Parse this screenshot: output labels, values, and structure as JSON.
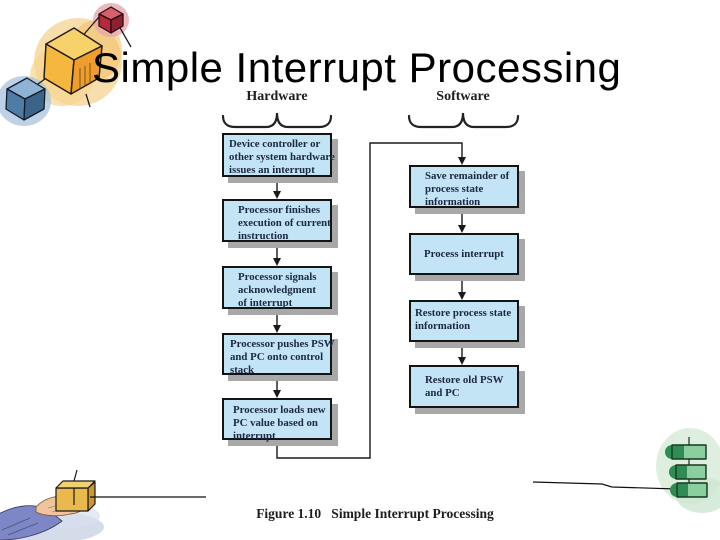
{
  "slide": {
    "title": "Simple Interrupt Processing",
    "caption": "Figure 1.10   Simple Interrupt Processing",
    "background": "#ffffff"
  },
  "diagram": {
    "columns": [
      {
        "label": "Hardware"
      },
      {
        "label": "Software"
      }
    ],
    "hardware_boxes": [
      {
        "text": "Device controller or\nother system hardware\nissues an interrupt"
      },
      {
        "text": "Processor finishes\nexecution of current\ninstruction"
      },
      {
        "text": "Processor signals\nacknowledgment\nof interrupt"
      },
      {
        "text": "Processor pushes PSW\nand PC onto control\nstack"
      },
      {
        "text": "Processor loads new\nPC value based on\ninterrupt"
      }
    ],
    "software_boxes": [
      {
        "text": "Save remainder of\nprocess state\ninformation"
      },
      {
        "text": "Process interrupt"
      },
      {
        "text": "Restore process state\ninformation"
      },
      {
        "text": "Restore old PSW\nand PC"
      }
    ],
    "edges": [
      "hardware-1 -> hardware-2",
      "hardware-2 -> hardware-3",
      "hardware-3 -> hardware-4",
      "hardware-4 -> hardware-5",
      "hardware-5 -> software-1 (loop around)",
      "software-1 -> software-2",
      "software-2 -> software-3",
      "software-3 -> software-4"
    ],
    "colors": {
      "box_fill": "#c2e4f4",
      "box_border": "#141414",
      "box_shadow": "#a8a8a8",
      "box_text": "#1c2742",
      "line": "#1a1a1a"
    }
  },
  "decorations": [
    {
      "icon": "network-cubes-clipart",
      "position": "top-left"
    },
    {
      "icon": "hand-holding-box-clipart",
      "position": "bottom-left"
    },
    {
      "icon": "stacked-packages-clipart",
      "position": "bottom-right"
    }
  ]
}
